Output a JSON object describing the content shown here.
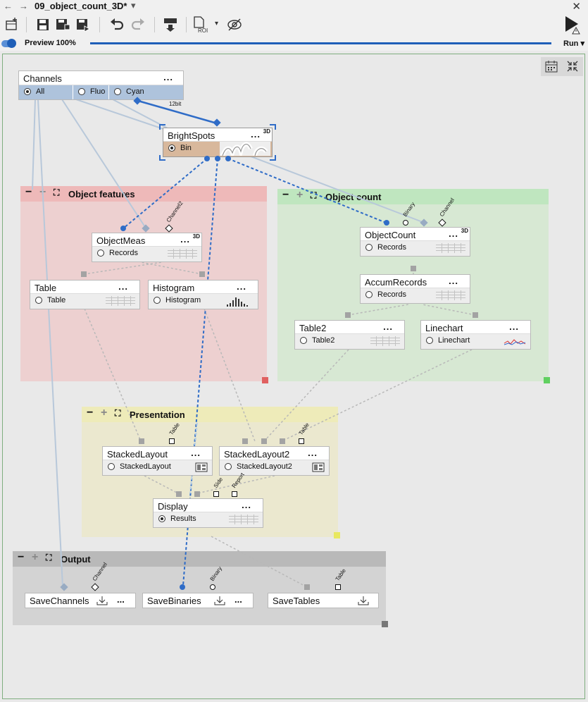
{
  "titlebar": {
    "back": "←",
    "forward": "→",
    "title": "09_object_count_3D*",
    "menu": "▾",
    "close": "✕"
  },
  "toolbar": {
    "roi_label": "ROI",
    "run_label": "Run"
  },
  "preview": {
    "label": "Preview 100%"
  },
  "channels": {
    "title": "Channels",
    "dots": "...",
    "options": [
      "All",
      "Fluo",
      "Cyan"
    ],
    "bit_label": "12bit"
  },
  "groups": {
    "features": {
      "title": "Object features",
      "color": "#f0c8c8"
    },
    "count": {
      "title": "Object count",
      "color": "#cfe8cf"
    },
    "presentation": {
      "title": "Presentation",
      "color": "#f0f0c8"
    },
    "output": {
      "title": "Output",
      "color": "#d3d3d3"
    }
  },
  "nodes": {
    "brightspots": {
      "name": "BrightSpots",
      "dots": "...",
      "tag": "3D",
      "output": "Bin"
    },
    "objectmeas": {
      "name": "ObjectMeas",
      "dots": "...",
      "tag": "3D",
      "output": "Records",
      "port_label": "Channel2"
    },
    "table": {
      "name": "Table",
      "dots": "...",
      "output": "Table"
    },
    "histogram": {
      "name": "Histogram",
      "dots": "...",
      "output": "Histogram"
    },
    "objectcount": {
      "name": "ObjectCount",
      "dots": "...",
      "tag": "3D",
      "output": "Records",
      "port1": "Binary",
      "port2": "Channel"
    },
    "accumrecords": {
      "name": "AccumRecords",
      "dots": "...",
      "output": "Records"
    },
    "table2": {
      "name": "Table2",
      "dots": "...",
      "output": "Table2"
    },
    "linechart": {
      "name": "Linechart",
      "dots": "...",
      "output": "Linechart"
    },
    "stacked": {
      "name": "StackedLayout",
      "dots": "...",
      "output": "StackedLayout",
      "port": "Table"
    },
    "stacked2": {
      "name": "StackedLayout2",
      "dots": "...",
      "output": "StackedLayout2",
      "port": "Table"
    },
    "display": {
      "name": "Display",
      "dots": "...",
      "output": "Results",
      "port1": "Side",
      "port2": "Report"
    },
    "savechannels": {
      "name": "SaveChannels",
      "dots": "...",
      "port": "Channel"
    },
    "savebinaries": {
      "name": "SaveBinaries",
      "dots": "...",
      "port": "Binary"
    },
    "savetables": {
      "name": "SaveTables",
      "port": "Table"
    }
  }
}
